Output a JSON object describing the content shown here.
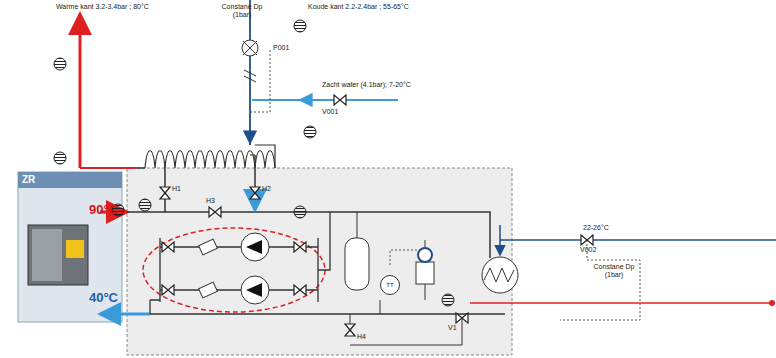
{
  "diagram": {
    "nodes": [
      {
        "text": [
          "ZR",
          "90°C",
          "40°C"
        ]
      },
      {
        "text": [
          "TT"
        ]
      }
    ],
    "labels": [
      "Warme kant 3.2-3.4bar ; 80°C",
      "Constane Dp (1bar)",
      "Koude kant 2.2-2.4bar ; 55-65°C",
      "P001",
      "Zacht water (4.1bar); 7-20°C",
      "V001",
      "H1",
      "H2",
      "H3",
      "H4",
      "V1",
      "22-26°C",
      "V002",
      "Constane Dp (1bar)"
    ]
  }
}
